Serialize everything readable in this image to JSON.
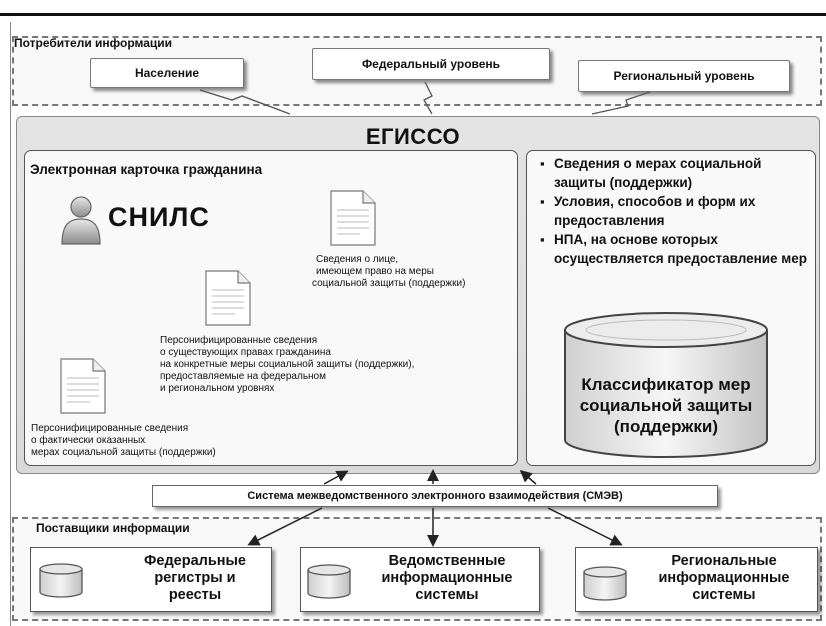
{
  "consumers": {
    "label": "Потребители информации",
    "items": [
      "Население",
      "Федеральный уровень",
      "Региональный уровень"
    ]
  },
  "egisso": {
    "title": "ЕГИССО",
    "citizen_card": {
      "title": "Электронная карточка гражданина",
      "snils_label": "СНИЛС",
      "note_person": [
        "Сведения о лице,",
        "имеющем право на меры",
        "социальной защиты (поддержки)"
      ],
      "note_rights": [
        "Персонифицированные сведения",
        "о существующих правах гражданина",
        "на конкретные меры социальной защиты (поддержки),",
        "предоставляемые на федеральном",
        "и региональном уровнях"
      ],
      "note_provided": [
        "Персонифицированные сведения",
        "о фактически оказанных",
        "мерах социальной защиты (поддержки)"
      ]
    },
    "measures": {
      "bullets": [
        "Сведения о мерах социальной защиты (поддержки)",
        "Условия, способов и форм их предоставления",
        "НПА, на основе которых осуществляется предоставление мер"
      ],
      "classifier": [
        "Классификатор мер",
        "социальной защиты",
        "(поддержки)"
      ]
    }
  },
  "smev": {
    "label": "Система межведомственного электронного взаимодействия (СМЭВ)"
  },
  "providers": {
    "label": "Поставщики информации",
    "items": [
      [
        "Федеральные",
        "регистры и",
        "реесты"
      ],
      [
        "Ведомственные",
        "информационные",
        "системы"
      ],
      [
        "Региональные",
        "информационные",
        "системы"
      ]
    ]
  }
}
